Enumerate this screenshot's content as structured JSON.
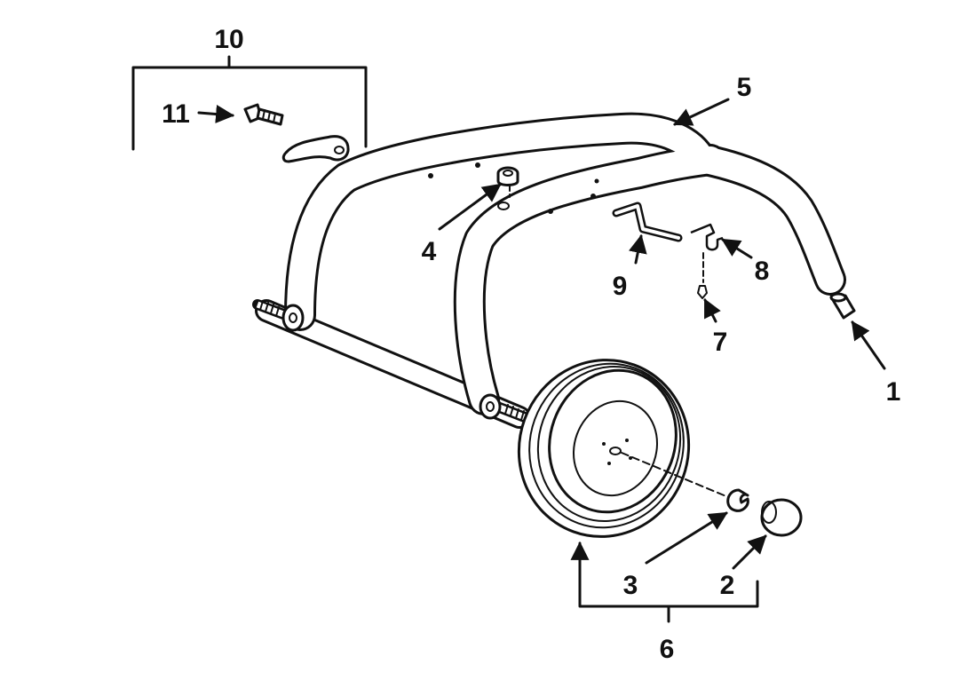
{
  "callouts": {
    "c1": "1",
    "c2": "2",
    "c3": "3",
    "c4": "4",
    "c5": "5",
    "c6": "6",
    "c7": "7",
    "c8": "8",
    "c9": "9",
    "c10": "10",
    "c11": "11"
  },
  "colors": {
    "ink": "#111111",
    "paper": "#ffffff"
  }
}
